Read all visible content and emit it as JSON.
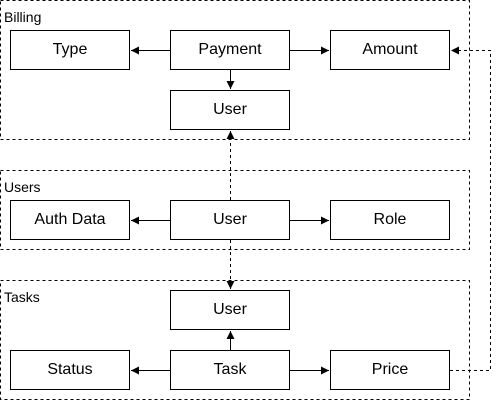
{
  "groups": {
    "billing": "Billing",
    "users": "Users",
    "tasks": "Tasks"
  },
  "nodes": {
    "billing_type": "Type",
    "billing_payment": "Payment",
    "billing_amount": "Amount",
    "billing_user": "User",
    "users_auth": "Auth Data",
    "users_user": "User",
    "users_role": "Role",
    "tasks_user": "User",
    "tasks_status": "Status",
    "tasks_task": "Task",
    "tasks_price": "Price"
  },
  "colors": {
    "stroke": "#000000",
    "background": "#ffffff"
  }
}
